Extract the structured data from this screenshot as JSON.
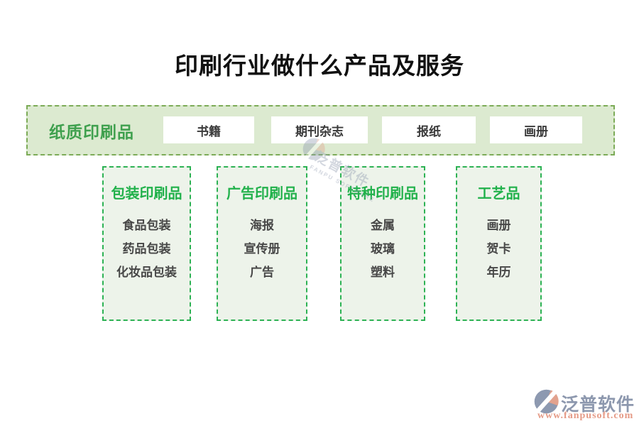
{
  "title": "印刷行业做什么产品及服务",
  "band": {
    "label": "纸质印刷品",
    "items": [
      "书籍",
      "期刊杂志",
      "报纸",
      "画册"
    ]
  },
  "categories": [
    {
      "heading": "包装印刷品",
      "items": [
        "食品包装",
        "药品包装",
        "化妆品包装"
      ]
    },
    {
      "heading": "广告印刷品",
      "items": [
        "海报",
        "宣传册",
        "广告"
      ]
    },
    {
      "heading": "特种印刷品",
      "items": [
        "金属",
        "玻璃",
        "塑料"
      ]
    },
    {
      "heading": "工艺品",
      "items": [
        "画册",
        "贺卡",
        "年历"
      ]
    }
  ],
  "watermark": {
    "name": "泛普软件",
    "subtext": "FANPU SOFTWARE"
  },
  "footer": {
    "brand": "泛普软件",
    "url": "www.fanpusoft.com"
  },
  "colors": {
    "accent_green": "#21b14b",
    "band_background": "#dcead0",
    "band_border": "#7cab57",
    "box_background": "#edf3ea",
    "box_border": "#2db254",
    "brand_text": "#8d98ae",
    "brand_url": "#e59a86",
    "brand_salmon": "#e2a28e"
  }
}
